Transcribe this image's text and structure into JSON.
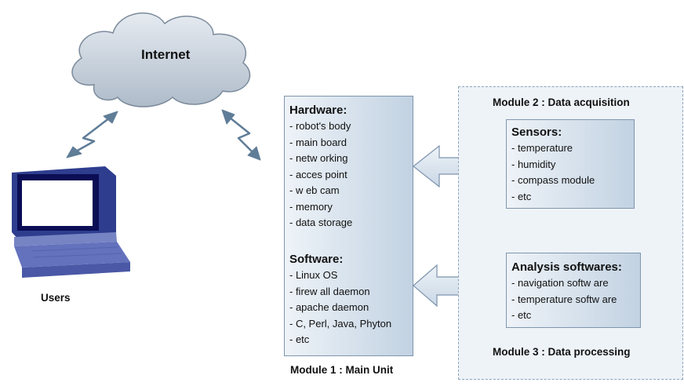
{
  "internet": {
    "label": "Internet"
  },
  "users": {
    "label": "Users"
  },
  "main_unit": {
    "caption": "Module 1 : Main Unit",
    "hardware": {
      "title": "Hardware:",
      "items": [
        "- robot's body",
        "- main board",
        "- netw orking",
        "- acces point",
        "- w eb cam",
        "- memory",
        "- data storage"
      ]
    },
    "software": {
      "title": "Software:",
      "items": [
        "- Linux OS",
        "- firew all daemon",
        "- apache daemon",
        "- C, Perl, Java, Phyton",
        "- etc"
      ]
    }
  },
  "module2": {
    "caption": "Module 2 : Data acquisition"
  },
  "module3": {
    "caption": "Module 3 : Data processing"
  },
  "sensors": {
    "title": "Sensors:",
    "items": [
      "- temperature",
      "- humidity",
      "- compass module",
      "- etc"
    ]
  },
  "analysis": {
    "title": "Analysis softwares:",
    "items": [
      "- navigation softw are",
      "- temperature softw are",
      "- etc"
    ]
  }
}
